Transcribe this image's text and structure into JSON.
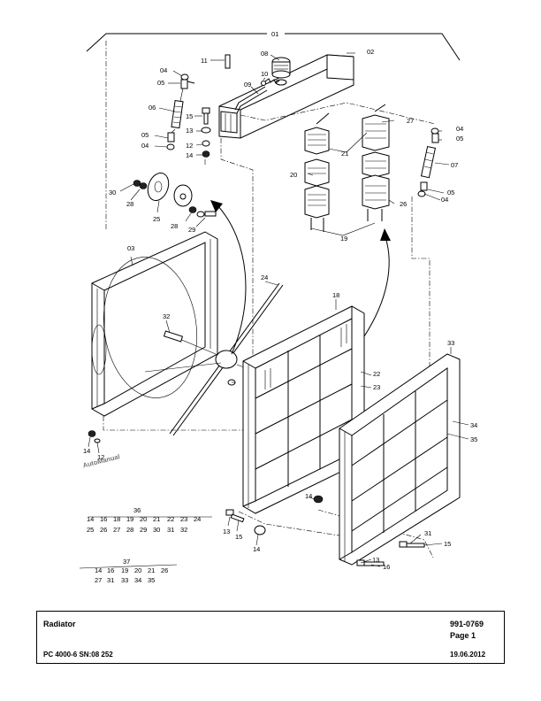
{
  "watermark": "AutoManual",
  "diagram": {
    "callouts": {
      "c01": "01",
      "c02": "02",
      "c03": "03",
      "c04a": "04",
      "c04b": "04",
      "c04c": "04",
      "c04d": "04",
      "c05a": "05",
      "c05b": "05",
      "c05c": "05",
      "c05d": "05",
      "c06": "06",
      "c07": "07",
      "c08": "08",
      "c09": "09",
      "c10": "10",
      "c11": "11",
      "c12a": "12",
      "c12b": "12",
      "c13a": "13",
      "c13b": "13",
      "c13c": "13",
      "c14a": "14",
      "c14b": "14",
      "c14c": "14",
      "c14d": "14",
      "c15a": "15",
      "c15b": "15",
      "c15c": "15",
      "c16": "16",
      "c18": "18",
      "c19": "19",
      "c20": "20",
      "c21": "21",
      "c22": "22",
      "c23": "23",
      "c24": "24",
      "c25": "25",
      "c26": "26",
      "c27": "27",
      "c28a": "28",
      "c28b": "28",
      "c29": "29",
      "c30": "30",
      "c31": "31",
      "c32": "32",
      "c33": "33",
      "c34": "34",
      "c35": "35"
    },
    "kit36": {
      "label": "36",
      "row1": [
        "14",
        "16",
        "18",
        "19",
        "20",
        "21",
        "22",
        "23",
        "24"
      ],
      "row2": [
        "25",
        "26",
        "27",
        "28",
        "29",
        "30",
        "31",
        "32"
      ]
    },
    "kit37": {
      "label": "37",
      "row1": [
        "14",
        "16",
        "19",
        "20",
        "21",
        "26"
      ],
      "row2": [
        "27",
        "31",
        "33",
        "34",
        "35"
      ]
    }
  },
  "footer": {
    "title": "Radiator",
    "doc_number": "991-0769",
    "page": "Page 1",
    "model": "PC 4000-6 SN:08 252",
    "date": "19.06.2012"
  }
}
